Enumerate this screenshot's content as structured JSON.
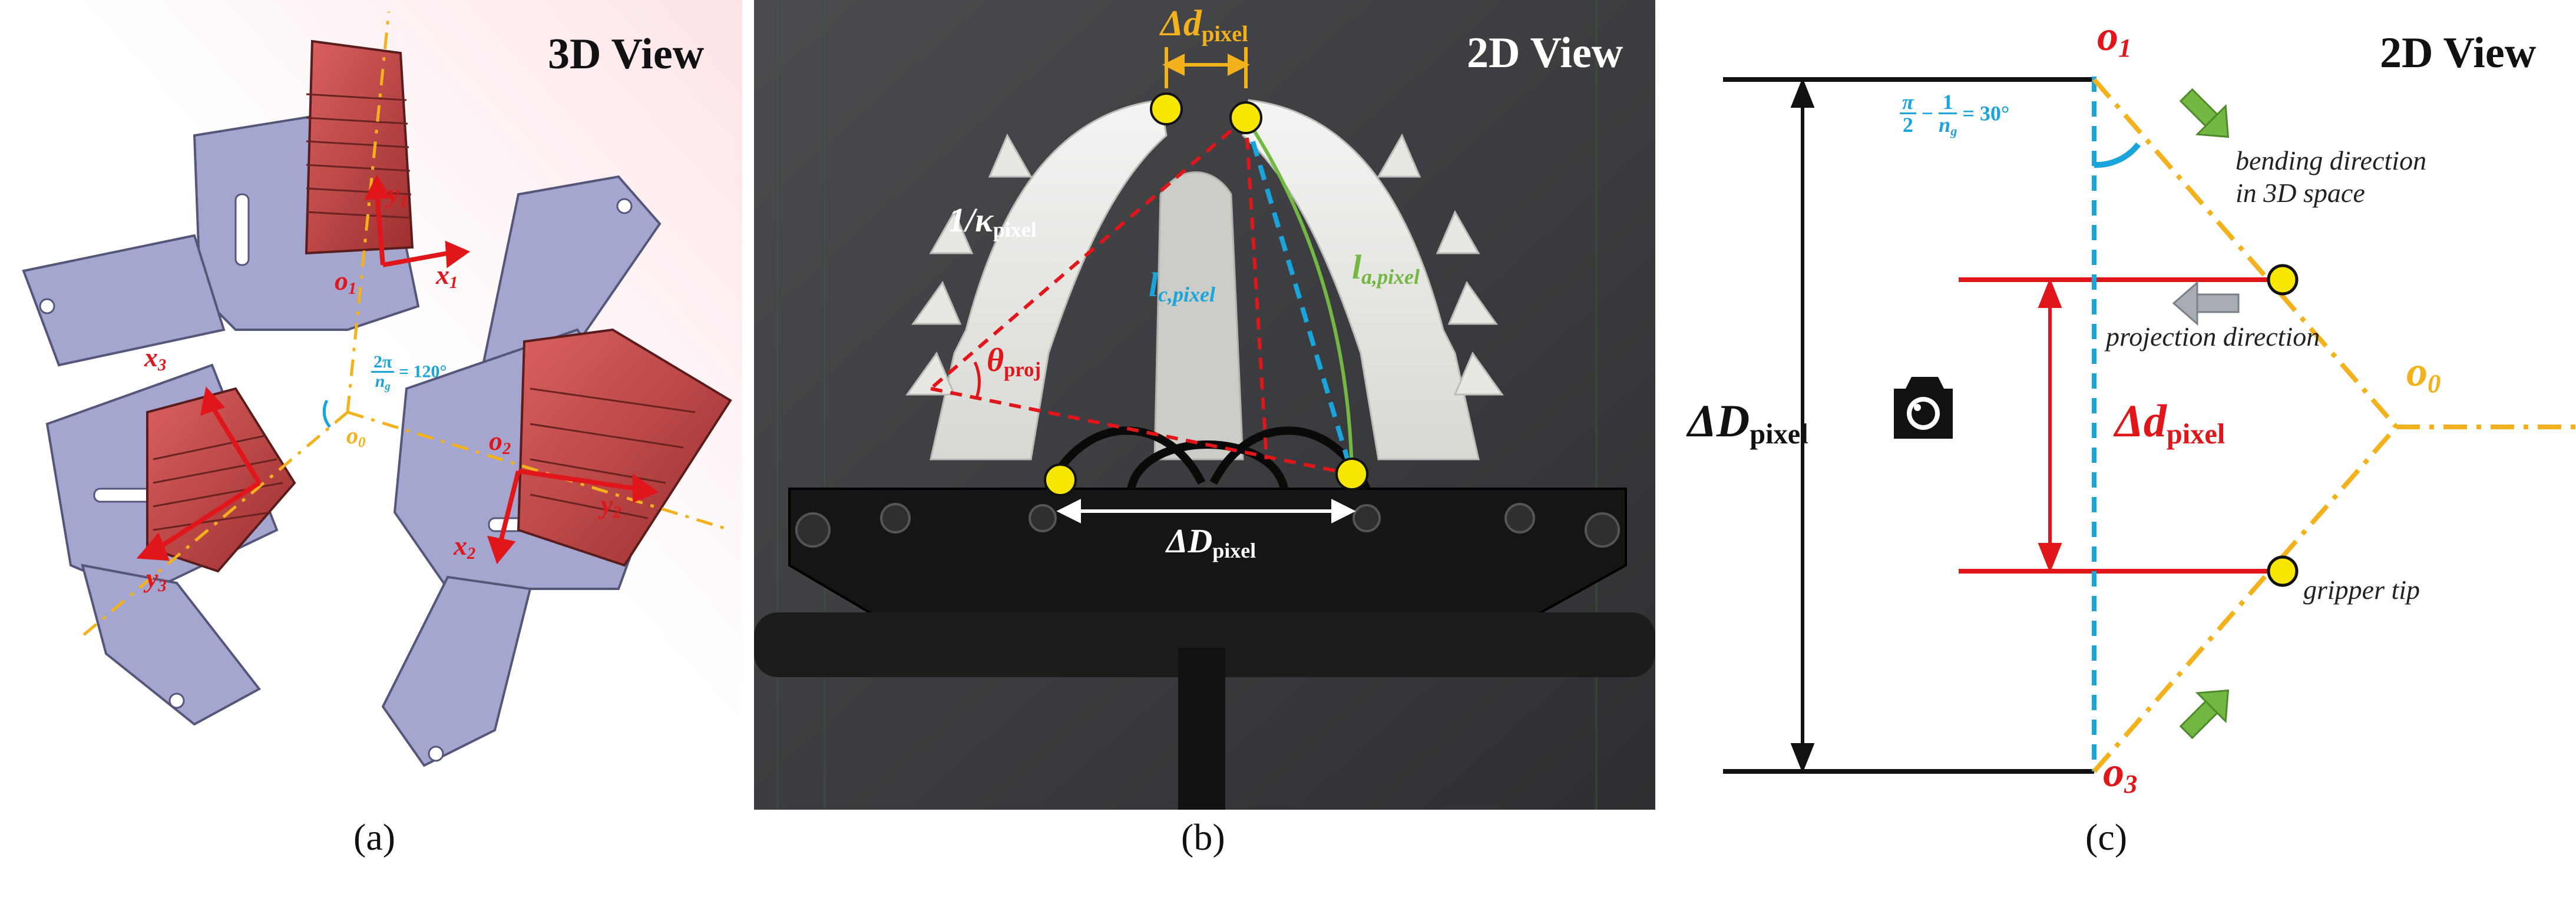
{
  "panels": {
    "a": {
      "caption": "(a)",
      "title": "3D View",
      "labels": {
        "x1": "x",
        "x1_sub": "1",
        "y1": "y",
        "y1_sub": "1",
        "o1": "o",
        "o1_sub": "1",
        "x2": "x",
        "x2_sub": "2",
        "y2": "y",
        "y2_sub": "2",
        "o2": "o",
        "o2_sub": "2",
        "x3": "x",
        "x3_sub": "3",
        "y3": "y",
        "y3_sub": "3",
        "o0": "o",
        "o0_sub": "0",
        "angle_num": "2π",
        "angle_den": "n",
        "angle_den_sub": "g",
        "angle_value": "= 120°"
      }
    },
    "b": {
      "caption": "(b)",
      "title": "2D View",
      "labels": {
        "delta_d": "Δd",
        "delta_d_sub": "pixel",
        "kappa": "1/κ",
        "kappa_sub": "pixel",
        "lc": "l",
        "lc_sub": "c,pixel",
        "la": "l",
        "la_sub": "a,pixel",
        "theta": "θ",
        "theta_sub": "proj",
        "delta_D": "ΔD",
        "delta_D_sub": "pixel"
      }
    },
    "c": {
      "caption": "(c)",
      "title": "2D View",
      "labels": {
        "o1": "o",
        "o1_sub": "1",
        "o0": "o",
        "o0_sub": "0",
        "o3": "o",
        "o3_sub": "3",
        "angle_pi_num": "π",
        "angle_pi_den": "2",
        "angle_minus": "−",
        "angle_one": "1",
        "angle_ng": "n",
        "angle_ng_sub": "g",
        "angle_value": "= 30°",
        "bending_1": "bending direction",
        "bending_2": "in 3D space",
        "projection": "projection direction",
        "gripper_tip": "gripper tip",
        "delta_D": "ΔD",
        "delta_D_sub": "pixel",
        "delta_d": "Δd",
        "delta_d_sub": "pixel"
      }
    }
  },
  "colors": {
    "red": "#e0161b",
    "orange": "#f3b21b",
    "cyan": "#1aa4dc",
    "green": "#73b843",
    "yellow_marker": "#f7e600",
    "gray_arrow": "#a8adb4",
    "plate": "#9ea1c8",
    "gripper": "#c84c4c"
  }
}
